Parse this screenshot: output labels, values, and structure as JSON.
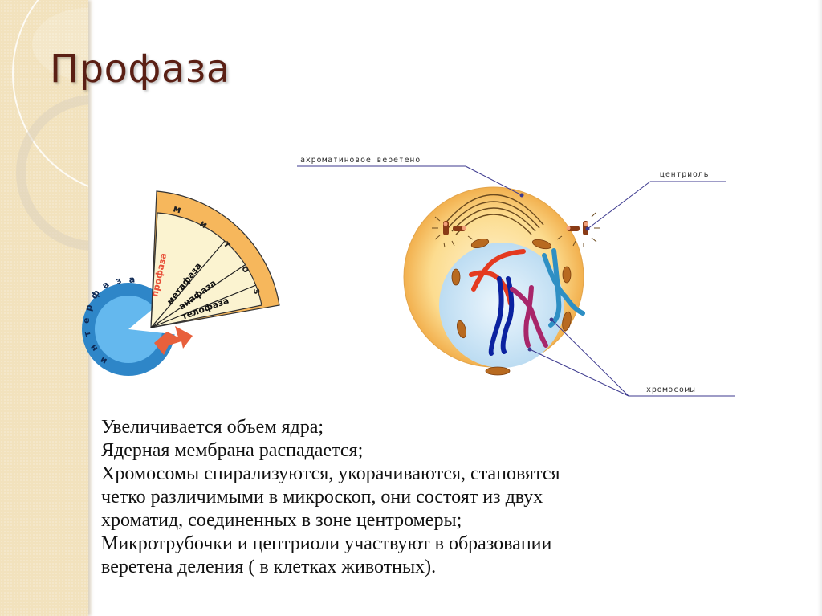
{
  "slide": {
    "title": "Профаза",
    "theme_colors": {
      "title": "#5a1f14",
      "sidebar": "#f2e2bd",
      "mitosis_band": "#f6b75c",
      "sector_fill": "#fbf3d0",
      "interphase_blue": "#3b9ad8",
      "arrow_red": "#e8603c",
      "cell_cytoplasm": "#fbd88a",
      "nucleus": "#cfe6f6"
    }
  },
  "mitosis_wheel": {
    "outer_band_letters": [
      "м",
      "и",
      "т",
      "о",
      "з"
    ],
    "phases": [
      {
        "label": "профаза",
        "color": "#e8503a"
      },
      {
        "label": "метафаза",
        "color": "#111111"
      },
      {
        "label": "анафаза",
        "color": "#111111"
      },
      {
        "label": "телофаза",
        "color": "#111111"
      }
    ],
    "interphase_letters": [
      "и",
      "н",
      "т",
      "е",
      "р",
      "ф",
      "а",
      "з",
      "а"
    ]
  },
  "cell_diagram": {
    "labels": {
      "spindle": "ахроматиновое веретено",
      "centriole": "центриоль",
      "chromosomes": "хромосомы"
    }
  },
  "body": {
    "lines": [
      "Увеличивается объем ядра;",
      "Ядерная мембрана распадается;",
      "Хромосомы спирализуются, укорачиваются, становятся",
      "четко различимыми в микроскоп, они состоят из двух",
      "хроматид, соединенных в зоне центромеры;",
      "Микротрубочки и центриоли участвуют в образовании",
      "веретена деления ( в клетках животных)."
    ]
  }
}
